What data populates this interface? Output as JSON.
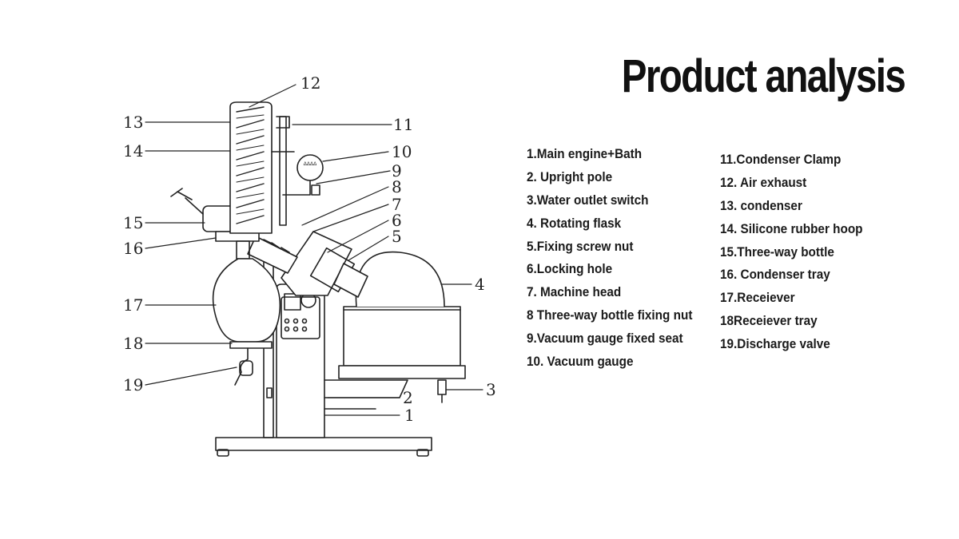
{
  "title": "Product analysis",
  "parts_left": [
    "1.Main engine+Bath",
    "2. Upright pole",
    "3.Water outlet switch",
    "4. Rotating flask",
    "5.Fixing screw nut",
    "6.Locking hole",
    "7. Machine head",
    "8 Three-way bottle fixing nut",
    "9.Vacuum gauge fixed seat",
    "10. Vacuum gauge"
  ],
  "parts_right": [
    "11.Condenser Clamp",
    "12. Air exhaust",
    "13. condenser",
    "14. Silicone rubber hoop",
    "15.Three-way bottle",
    "16. Condenser tray",
    "17.Receiever",
    "18Receiever tray",
    "19.Discharge valve"
  ],
  "callouts": [
    "1",
    "2",
    "3",
    "4",
    "5",
    "6",
    "7",
    "8",
    "9",
    "10",
    "11",
    "12",
    "13",
    "14",
    "15",
    "16",
    "17",
    "18",
    "19"
  ],
  "gauge_label": "ΔΔΔΔ"
}
